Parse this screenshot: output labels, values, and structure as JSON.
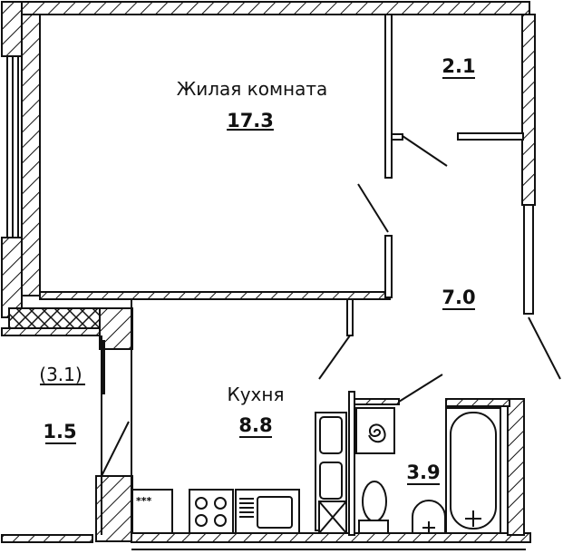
{
  "rooms": [
    {
      "name": "Жилая комната",
      "area": "17.3"
    },
    {
      "name": "",
      "area": "2.1"
    },
    {
      "name": "",
      "area": "7.0"
    },
    {
      "name": "Кухня",
      "area": "8.8"
    },
    {
      "name": "",
      "area": "3.9"
    },
    {
      "name": "",
      "area": "1.5",
      "area_secondary": "(3.1)"
    }
  ],
  "fridge_mark": "***"
}
